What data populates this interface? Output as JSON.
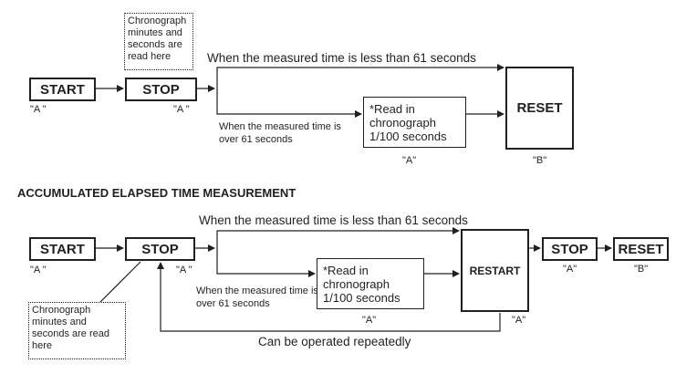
{
  "top": {
    "start": "START",
    "stop": "STOP",
    "reset": "RESET",
    "note": "Chronograph minutes and seconds are read here",
    "less_label": "When the measured time is less than 61 seconds",
    "over_label": "When the measured time is over 61 seconds",
    "read_box": "*Read in chronograph 1/100 seconds",
    "a_start": "\"A \"",
    "a_stop": "\"A \"",
    "a_read": "\"A\"",
    "b_reset": "\"B\""
  },
  "section_title": "ACCUMULATED ELAPSED TIME MEASUREMENT",
  "bottom": {
    "start": "START",
    "stop": "STOP",
    "restart": "RESTART",
    "stop2": "STOP",
    "reset": "RESET",
    "note": "Chronograph minutes and seconds are read here",
    "less_label": "When the measured time is less than 61 seconds",
    "over_label": "When the measured time is over 61 seconds",
    "read_box": "*Read in chronograph 1/100 seconds",
    "a_start": "\"A \"",
    "a_stop": "\"A \"",
    "a_read": "\"A\"",
    "a_restart": "\"A\"",
    "a_stop2": "\"A\"",
    "b_reset": "\"B\"",
    "repeat_label": "Can be operated repeatedly"
  }
}
